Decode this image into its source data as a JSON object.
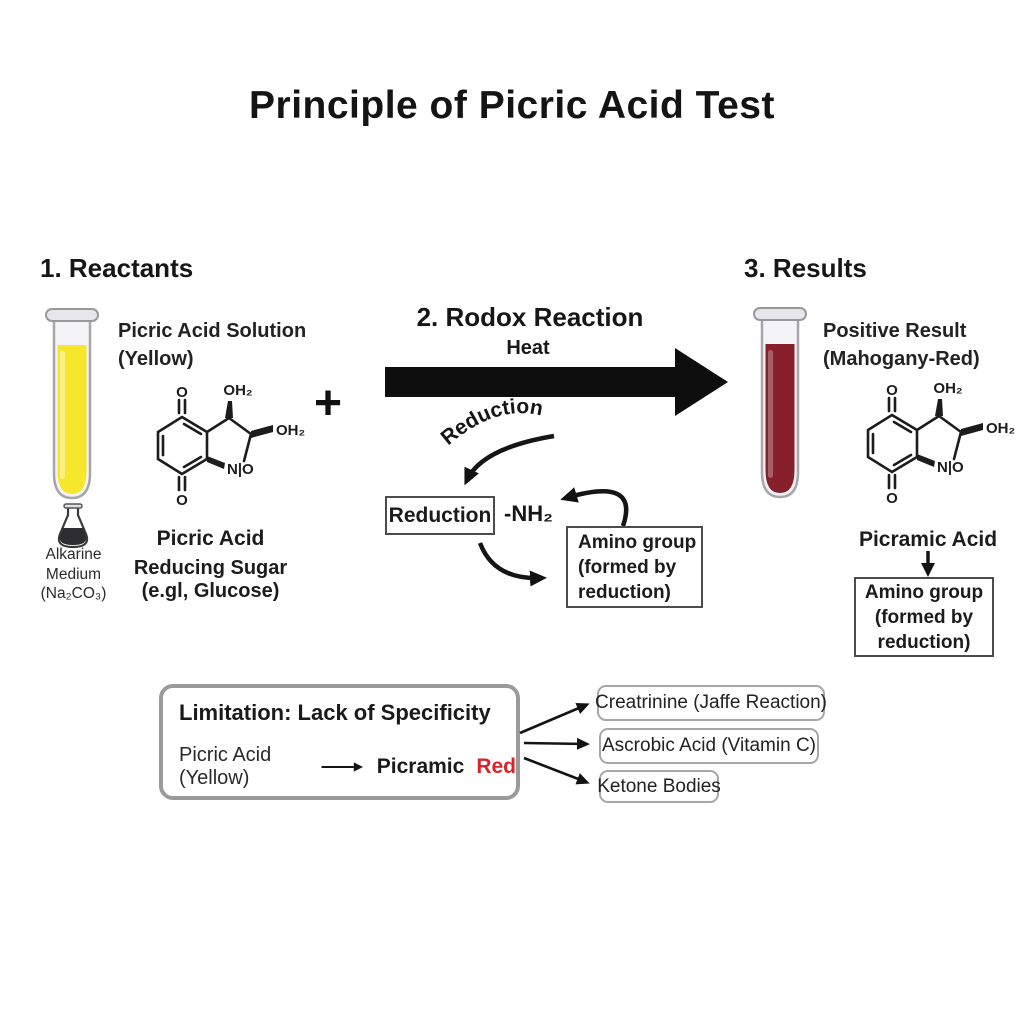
{
  "title": "Principle of Picric Acid Test",
  "molecule": {
    "o_top": "O",
    "o_bottom": "O",
    "oh2_a": "OH₂",
    "oh2_b": "OH₂",
    "nio": "N|O"
  },
  "reactants": {
    "heading": "1. Reactants",
    "solution_label": [
      "Picric Acid Solution",
      "(Yellow)"
    ],
    "acid_label": "Picric Acid",
    "sugar_label": [
      "Reducing Sugar",
      "(e.gl, Glucose)"
    ],
    "flask_label": [
      "Alkarine",
      "Medium",
      "(Na₂CO₃)"
    ],
    "plus": "+"
  },
  "reaction": {
    "heading": "2. Rodox Reaction",
    "heat": "Heat",
    "curved_label": "Reduction",
    "reduction_box": "Reduction",
    "nh2": "-NH₂",
    "amino_box": [
      "Amino group",
      "(formed by",
      "reduction)"
    ]
  },
  "results": {
    "heading": "3. Results",
    "result_label": [
      "Positive Result",
      "(Mahogany-Red)"
    ],
    "acid_label": "Picramic Acid",
    "amino_box": [
      "Amino group",
      "(formed by",
      "reduction)"
    ]
  },
  "limitation": {
    "heading": "Limitation: Lack of Specificity",
    "reactant": "Picric Acid (Yellow)",
    "product_black": "Picramic",
    "product_red": "Red",
    "interferents": [
      "Creatrinine (Jaffe Reaction)",
      "Ascrobic Acid (Vitamin C)",
      "Ketone Bodies"
    ]
  },
  "colors": {
    "picric_yellow": "#f6e72c",
    "mahogany_red": "#87202b",
    "red_text": "#d7242c",
    "box_gray": "#9a9a9a",
    "ink": "#161616"
  }
}
